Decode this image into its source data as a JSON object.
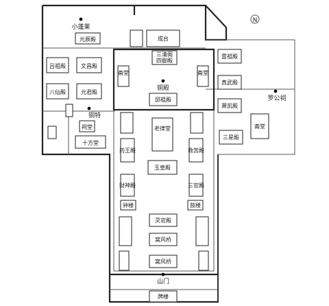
{
  "map": {
    "north_symbol": "N",
    "places": {
      "xiaopenglai": "小蓬莱",
      "tongdian": "铜殿",
      "tongte": "铜特",
      "luogongci": "罗公祠"
    },
    "halls": {
      "yuanchen": "元辰殿",
      "chengtai": "成台",
      "sanqing": "三清阁",
      "siyu": "四御殿",
      "lvzu": "吕祖殿",
      "wenchang": "文昌殿",
      "baxian": "八仙殿",
      "yuanjun": "元君殿",
      "zhaitang_left": "斋堂",
      "zhaitang_right": "斋堂",
      "leizu": "雷祖殿",
      "zhenwu": "真武殿",
      "xiaoling": "萧凯殿",
      "zhaitang_east": "斋堂",
      "sanxing": "三星殿",
      "bangdian": "邱祖殿",
      "citang": "祠堂",
      "shilitang": "十方堂",
      "laolvtang": "老律堂",
      "yaowang": "药王殿",
      "jiuku": "救苦殿",
      "yuhuang": "玉皇殿",
      "caishen": "财神殿",
      "sanguan": "三官殿",
      "zhonglou": "钟楼",
      "gulou": "鼓楼",
      "lingguan": "灵官殿",
      "wofengqiao1": "窝风桥",
      "wofengqiao2": "窝风桥",
      "shanmen": "山门",
      "pailou": "牌楼"
    }
  }
}
